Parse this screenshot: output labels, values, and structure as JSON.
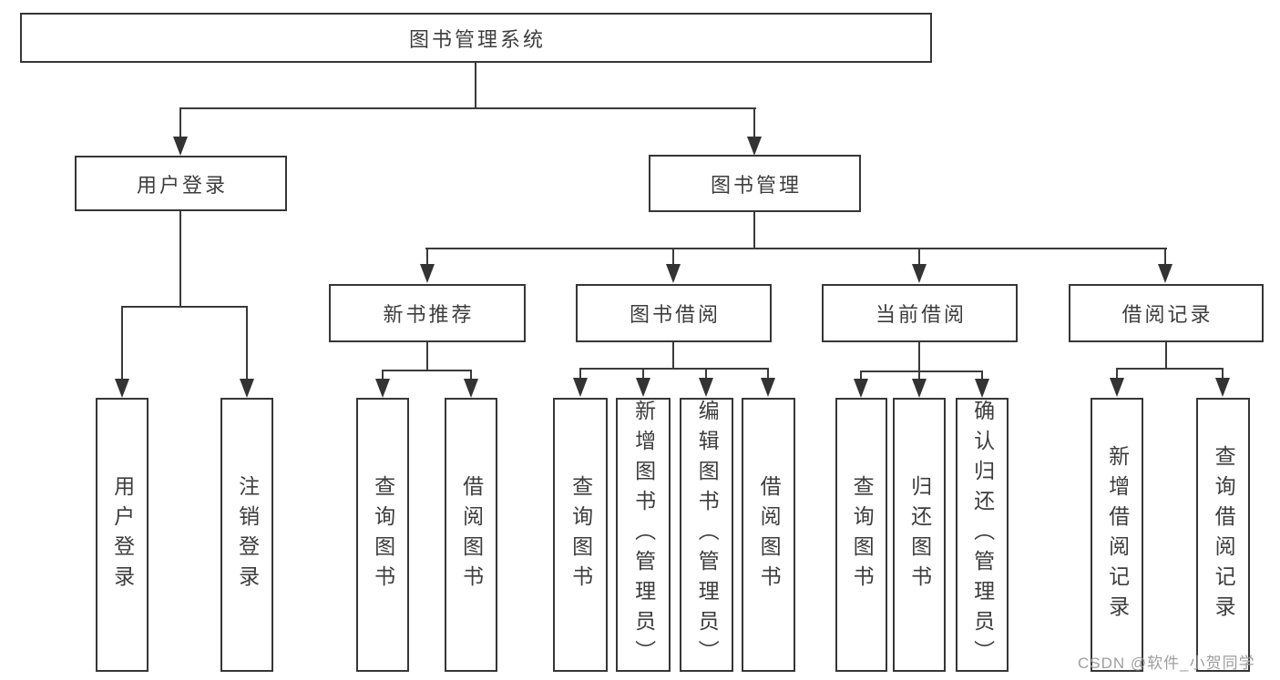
{
  "colors": {
    "line": "#3a3a3a",
    "box_border": "#363636",
    "text": "#3d3d3d",
    "background": "#ffffff",
    "watermark_text": "#9e9e9e"
  },
  "root": {
    "label": "图书管理系统"
  },
  "branches": {
    "login": {
      "label": "用户登录",
      "children": [
        "用户登录",
        "注销登录"
      ]
    },
    "manage": {
      "label": "图书管理",
      "sections": {
        "recommend": {
          "label": "新书推荐",
          "children": [
            "查询图书",
            "借阅图书"
          ]
        },
        "borrow": {
          "label": "图书借阅",
          "children": [
            "查询图书",
            "新增图书（管理员）",
            "编辑图书（管理员）",
            "借阅图书"
          ]
        },
        "current": {
          "label": "当前借阅",
          "children": [
            "查询图书",
            "归还图书",
            "确认归还（管理员）"
          ]
        },
        "records": {
          "label": "借阅记录",
          "children": [
            "新增借阅记录",
            "查询借阅记录"
          ]
        }
      }
    }
  },
  "watermark": "CSDN @软件_小贺同学"
}
